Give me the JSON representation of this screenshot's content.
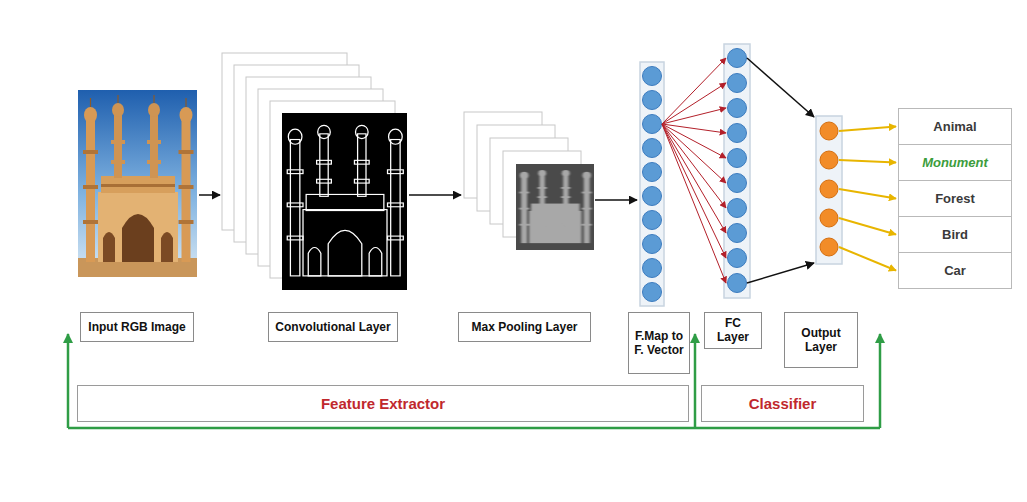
{
  "diagram": {
    "nodes": [
      {
        "text": [
          "Animal"
        ]
      },
      {
        "text": [
          "Monument"
        ]
      },
      {
        "text": [
          "Forest"
        ]
      },
      {
        "text": [
          "Bird"
        ]
      },
      {
        "text": [
          "Car"
        ]
      },
      {
        "text": [
          "Input RGB Image"
        ]
      },
      {
        "text": [
          "Convolutional Layer"
        ]
      },
      {
        "text": [
          "Max Pooling Layer"
        ]
      },
      {
        "text": [
          "F.Map to F. Vector"
        ]
      },
      {
        "text": [
          "FC Layer"
        ]
      },
      {
        "text": [
          "Output Layer"
        ]
      },
      {
        "text": [
          "Feature Extractor"
        ]
      },
      {
        "text": [
          "Classifier"
        ]
      }
    ]
  }
}
